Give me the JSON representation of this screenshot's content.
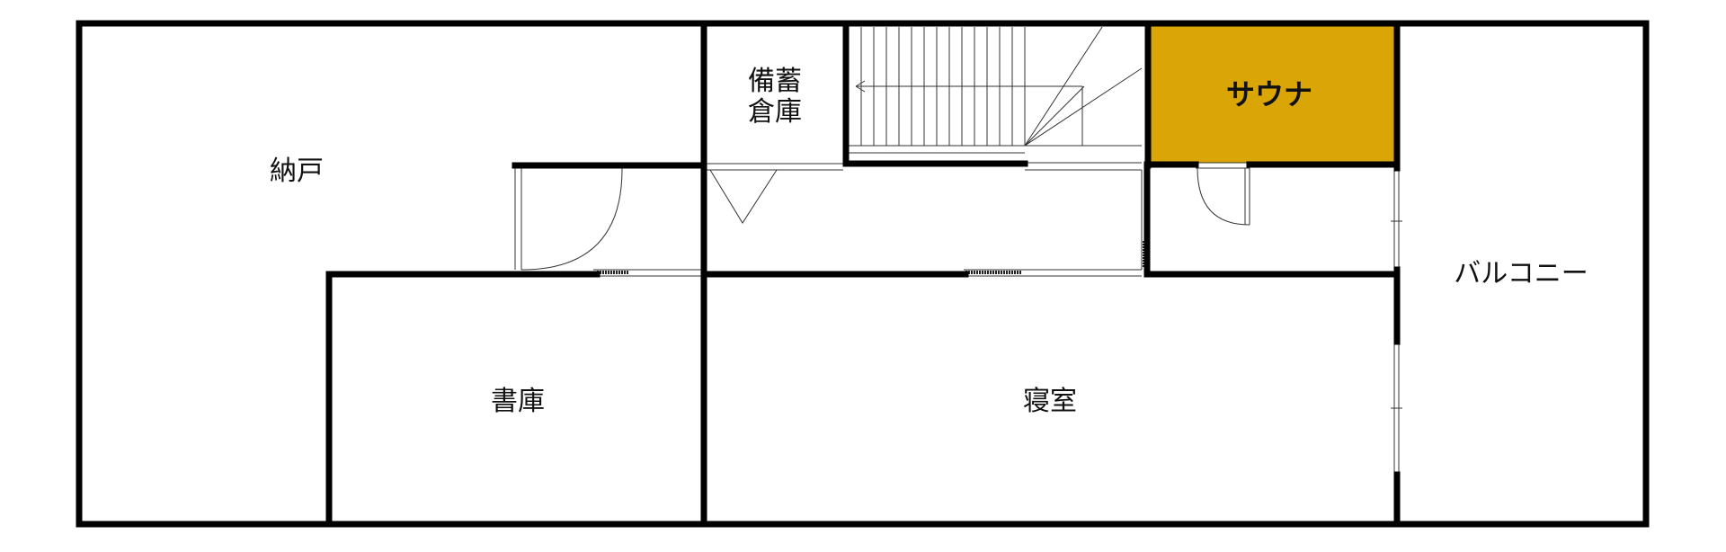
{
  "floor_plan": {
    "rooms": {
      "nando": "納戸",
      "storage_line1": "備蓄",
      "storage_line2": "倉庫",
      "sauna": "サウナ",
      "balcony": "バルコニー",
      "library": "書庫",
      "bedroom": "寝室"
    },
    "colors": {
      "wall": "#000000",
      "sauna_fill": "#DAA507",
      "background": "#FFFFFF"
    }
  }
}
